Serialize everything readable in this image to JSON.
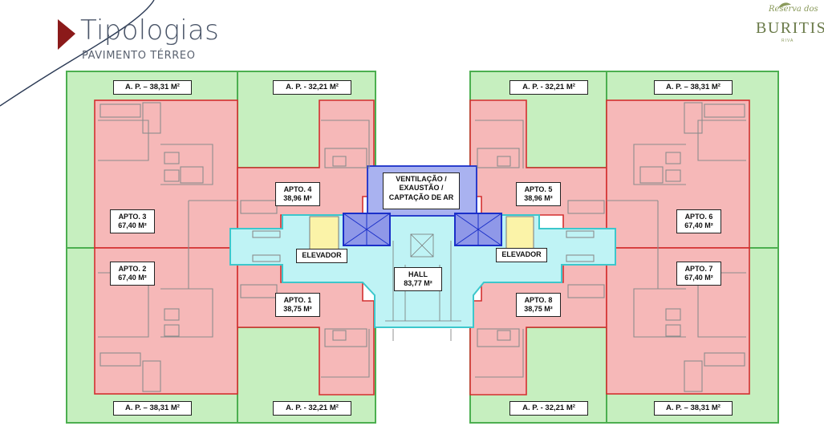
{
  "header": {
    "title": "Tipologias",
    "subtitle": "PAVIMENTO TÉRREO"
  },
  "brand": {
    "script": "Reserva dos",
    "name": "BURITIS",
    "tag": "RIVA"
  },
  "labels": {
    "ap_tl_outer": "A. P. – 38,31 M²",
    "ap_tl_inner": "A. P. - 32,21 M²",
    "ap_tr_inner": "A. P. - 32,21 M²",
    "ap_tr_outer": "A. P. – 38,31 M²",
    "ap_bl_outer": "A. P. – 38,31 M²",
    "ap_bl_inner": "A. P. - 32,21 M²",
    "ap_br_inner": "A. P. - 32,21 M²",
    "ap_br_outer": "A. P. – 38,31 M²",
    "apto3": {
      "name": "APTO. 3",
      "area": "67,40 M²"
    },
    "apto2": {
      "name": "APTO. 2",
      "area": "67,40 M²"
    },
    "apto4": {
      "name": "APTO. 4",
      "area": "38,96 M²"
    },
    "apto1": {
      "name": "APTO. 1",
      "area": "38,75 M²"
    },
    "apto5": {
      "name": "APTO. 5",
      "area": "38,96 M²"
    },
    "apto8": {
      "name": "APTO. 8",
      "area": "38,75 M²"
    },
    "apto6": {
      "name": "APTO. 6",
      "area": "67,40 M²"
    },
    "apto7": {
      "name": "APTO. 7",
      "area": "67,40 M²"
    },
    "ventilacao": {
      "l1": "VENTILAÇÃO /",
      "l2": "EXAUSTÃO  /",
      "l3": "CAPTAÇÃO DE AR"
    },
    "elevador_left": "ELEVADOR",
    "elevador_right": "ELEVADOR",
    "hall": {
      "name": "HALL",
      "area": "83,77 M²"
    }
  },
  "colors": {
    "green_fill": "#c6efbf",
    "green_stroke": "#4caf50",
    "red_fill": "#f6b8b8",
    "red_stroke": "#d32f2f",
    "cyan_fill": "#bff3f5",
    "cyan_stroke": "#3cc7cc",
    "blue_fill": "#a9b2f0",
    "blue_stroke": "#1a2fc9",
    "yellow_fill": "#fbf3a8"
  }
}
